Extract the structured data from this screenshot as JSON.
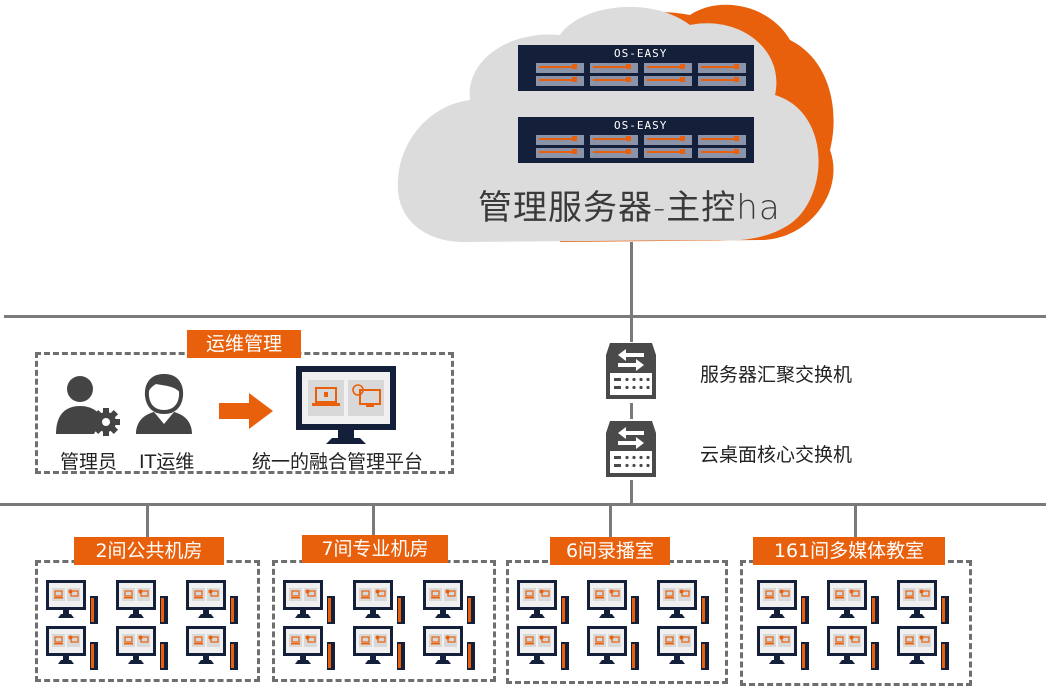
{
  "cloud": {
    "title": "管理服务器-主控ha",
    "servers": [
      {
        "brand": "OS-EASY"
      },
      {
        "brand": "OS-EASY"
      }
    ]
  },
  "switches": [
    {
      "label": "服务器汇聚交换机",
      "icon": "network-switch-icon"
    },
    {
      "label": "云桌面核心交换机",
      "icon": "network-switch-icon"
    }
  ],
  "ops": {
    "badge": "运维管理",
    "roles": [
      {
        "label": "管理员",
        "icon": "admin-user-gear-icon"
      },
      {
        "label": "IT运维",
        "icon": "it-operator-user-icon"
      }
    ],
    "arrow_icon": "right-arrow-icon",
    "platform_label": "统一的融合管理平台",
    "platform_icon": "management-monitor-icon"
  },
  "rooms": [
    {
      "label": "2间公共机房",
      "workstations": 6
    },
    {
      "label": "7间专业机房",
      "workstations": 6
    },
    {
      "label": "6间录播室",
      "workstations": 6
    },
    {
      "label": "161间多媒体教室",
      "workstations": 6
    }
  ],
  "colors": {
    "accent": "#e8600c",
    "navy": "#14203a",
    "line": "#7a7a7a",
    "cloud": "#dcdcdc",
    "icon_dark": "#4a4a4a"
  }
}
